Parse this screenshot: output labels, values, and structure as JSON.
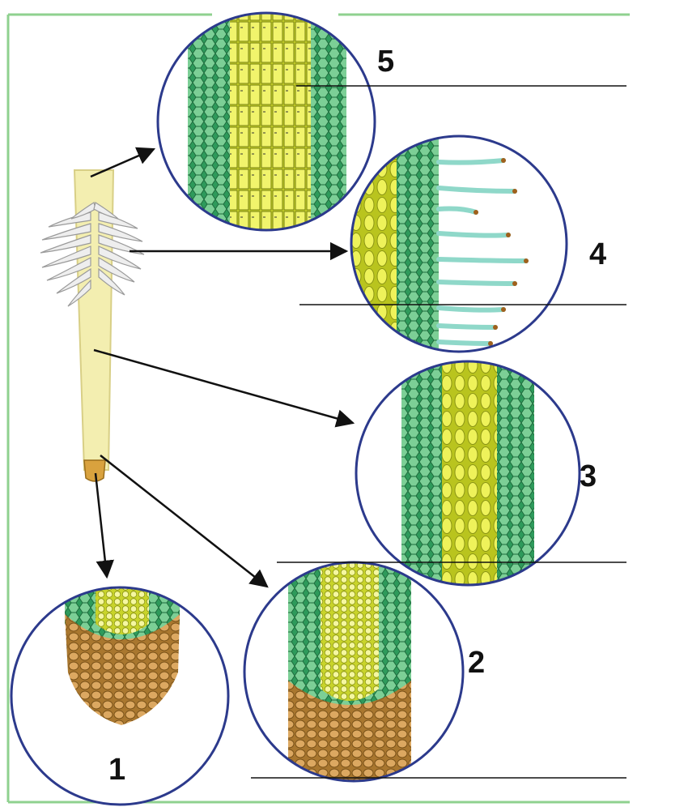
{
  "diagram": {
    "colors": {
      "frame_line": "#8fd18f",
      "circle_stroke": "#2c3a8c",
      "root_body": "#f3eeb0",
      "root_body_stroke": "#d8cf86",
      "hair_fringe": "#e9e9e9",
      "root_cap": "#c7954a",
      "cortex": "#2e9a5b",
      "cortex_light": "#7ccf96",
      "stele": "#d8e23a",
      "stele_light": "#f2f57c",
      "root_hair": "#8fd8c9",
      "arrow": "#111111",
      "answer_line": "#111111"
    },
    "zones": [
      {
        "id": "1",
        "label": "1",
        "subject": "root-cap"
      },
      {
        "id": "2",
        "label": "2",
        "subject": "meristem-zone"
      },
      {
        "id": "3",
        "label": "3",
        "subject": "elongation-zone"
      },
      {
        "id": "4",
        "label": "4",
        "subject": "root-hair-zone"
      },
      {
        "id": "5",
        "label": "5",
        "subject": "conduction-zone"
      }
    ]
  }
}
